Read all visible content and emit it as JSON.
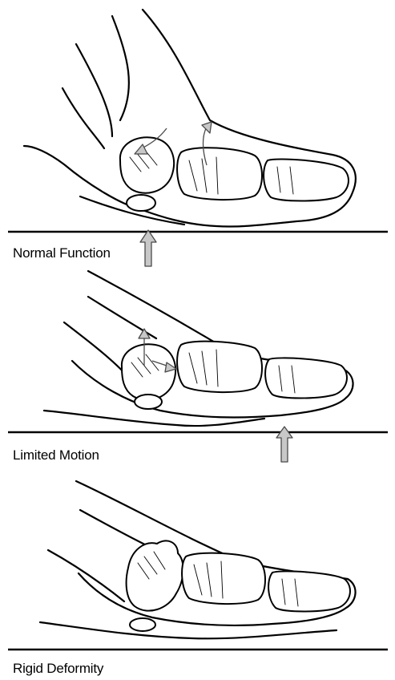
{
  "panels": [
    {
      "id": "normal",
      "caption": "Normal Function"
    },
    {
      "id": "limited",
      "caption": "Limited Motion"
    },
    {
      "id": "rigid",
      "caption": "Rigid Deformity"
    }
  ],
  "colors": {
    "line": "#000000",
    "arrow_fill": "#c8c8c8",
    "arrow_stroke": "#4a4a4a",
    "background": "#ffffff"
  }
}
